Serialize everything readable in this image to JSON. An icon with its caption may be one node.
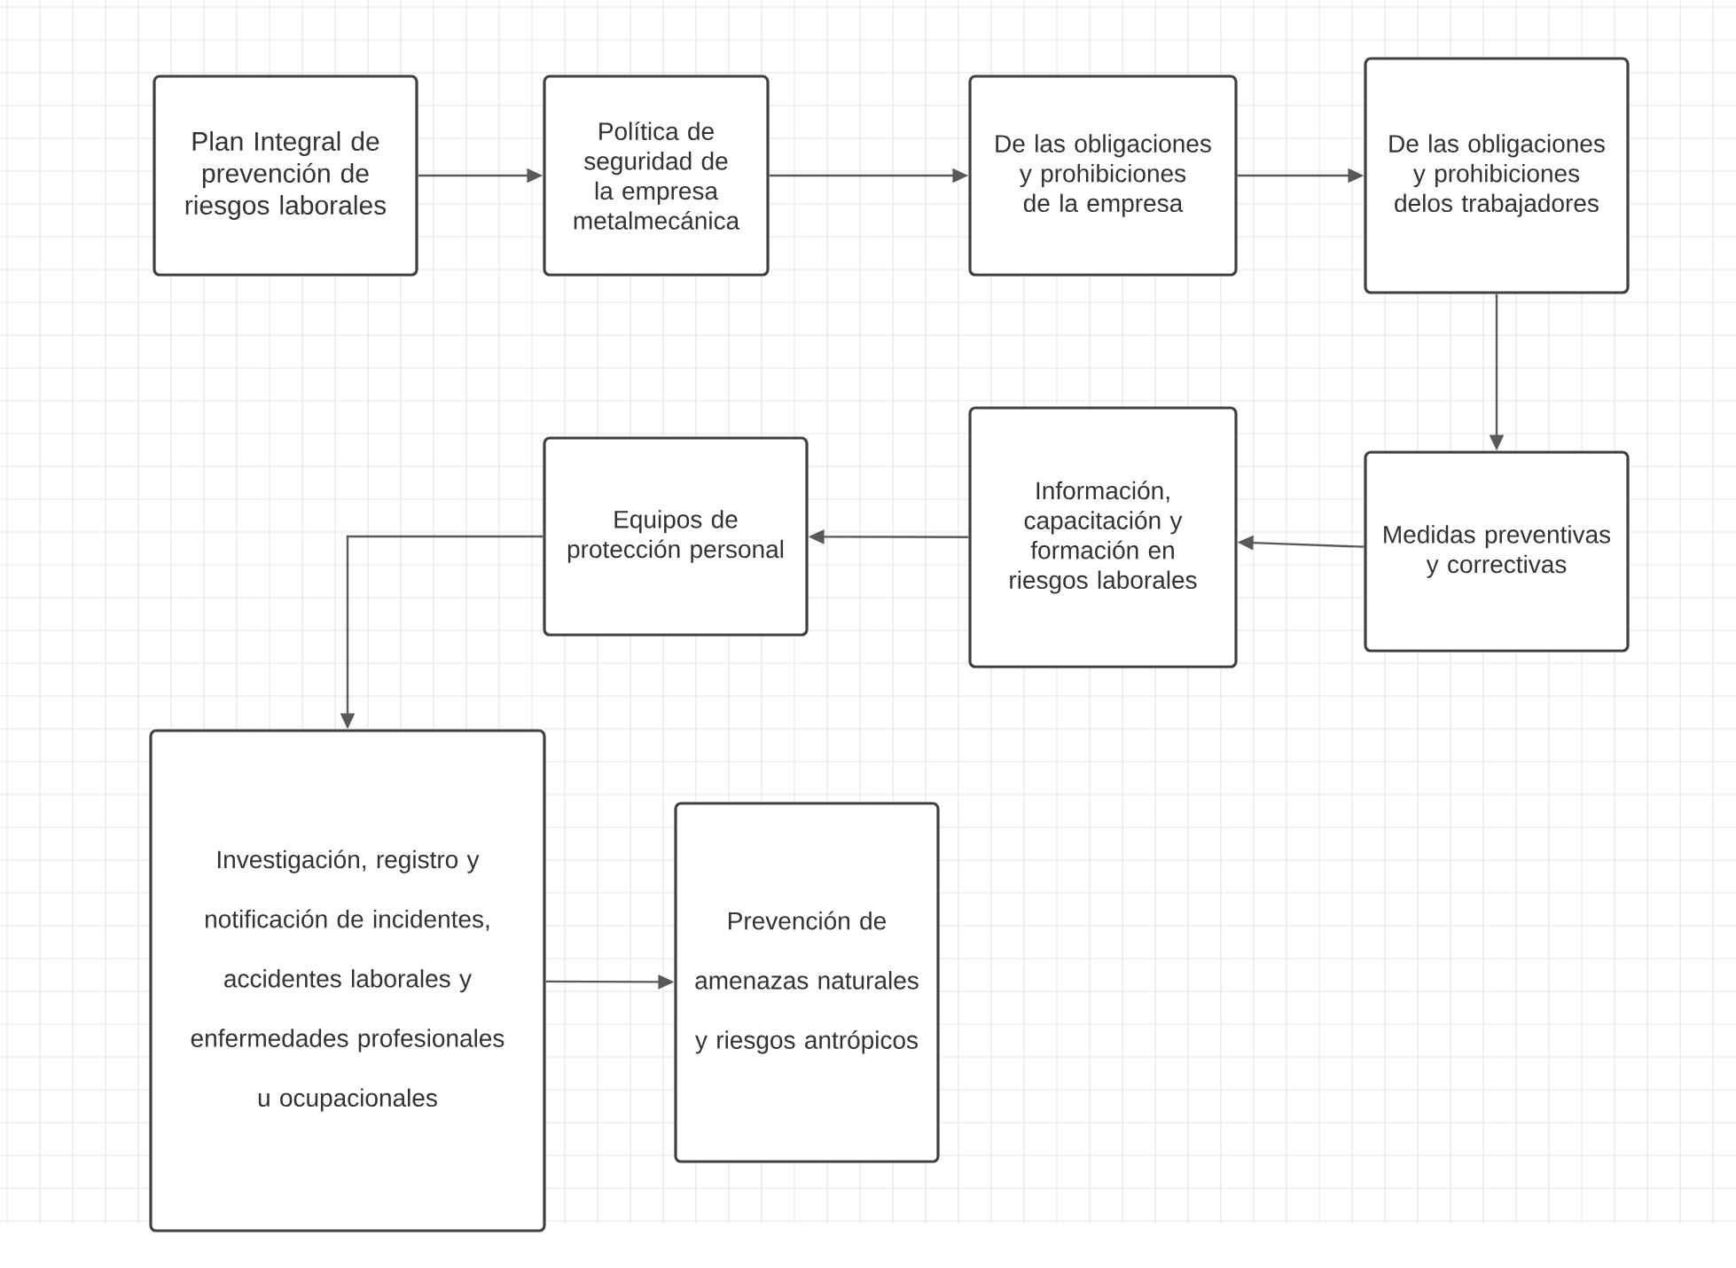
{
  "diagram": {
    "nodes": [
      {
        "text": [
          "Plan Integral de prevención de riesgos laborales"
        ]
      },
      {
        "text": [
          "Política de seguridad de la empresa metalmecánica"
        ]
      },
      {
        "text": [
          "De las obligaciones y prohibiciones de la empresa"
        ]
      },
      {
        "text": [
          "De las obligaciones y prohibiciones delos trabajadores"
        ]
      },
      {
        "text": [
          "Medidas preventivas y correctivas"
        ]
      },
      {
        "text": [
          "Información, capacitación y formación en riesgos laborales"
        ]
      },
      {
        "text": [
          "Equipos de protección personal"
        ]
      },
      {
        "text": [
          "Investigación, registro y notificación de incidentes, accidentes laborales y enfermedades profesionales u ocupacionales"
        ]
      },
      {
        "text": [
          "Prevención de amenazas naturales y riesgos antrópicos"
        ]
      }
    ],
    "edges": [
      {
        "from": 0,
        "to": 1,
        "arrow": "to"
      },
      {
        "from": 1,
        "to": 2,
        "arrow": "to"
      },
      {
        "from": 2,
        "to": 3,
        "arrow": "to"
      },
      {
        "from": 3,
        "to": 4,
        "arrow": "to"
      },
      {
        "from": 4,
        "to": 5,
        "arrow": "to"
      },
      {
        "from": 5,
        "to": 6,
        "arrow": "to"
      },
      {
        "from": 6,
        "to": 7,
        "arrow": "to"
      },
      {
        "from": 7,
        "to": 8,
        "arrow": "to"
      }
    ]
  }
}
